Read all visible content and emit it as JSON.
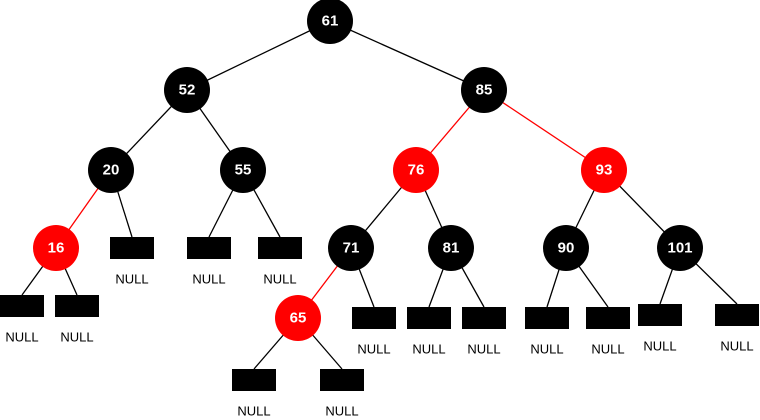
{
  "tree": {
    "colors": {
      "black": "#000000",
      "red": "#ff0000",
      "edge_black": "#000000",
      "edge_red": "#ff0000",
      "label": "#ffffff"
    },
    "nodes": [
      {
        "id": "n61",
        "label": "61",
        "color": "black"
      },
      {
        "id": "n52",
        "label": "52",
        "color": "black"
      },
      {
        "id": "n85",
        "label": "85",
        "color": "black"
      },
      {
        "id": "n20",
        "label": "20",
        "color": "black"
      },
      {
        "id": "n55",
        "label": "55",
        "color": "black"
      },
      {
        "id": "n76",
        "label": "76",
        "color": "red"
      },
      {
        "id": "n93",
        "label": "93",
        "color": "red"
      },
      {
        "id": "n16",
        "label": "16",
        "color": "red"
      },
      {
        "id": "n71",
        "label": "71",
        "color": "black"
      },
      {
        "id": "n81",
        "label": "81",
        "color": "black"
      },
      {
        "id": "n90",
        "label": "90",
        "color": "black"
      },
      {
        "id": "n101",
        "label": "101",
        "color": "black"
      },
      {
        "id": "n65",
        "label": "65",
        "color": "red"
      }
    ],
    "null_label": "NULL",
    "nulls": [
      {
        "id": "null-16-left",
        "label": "NULL"
      },
      {
        "id": "null-16-right",
        "label": "NULL"
      },
      {
        "id": "null-20-right",
        "label": "NULL"
      },
      {
        "id": "null-55-left",
        "label": "NULL"
      },
      {
        "id": "null-55-right",
        "label": "NULL"
      },
      {
        "id": "null-65-left",
        "label": "NULL"
      },
      {
        "id": "null-65-right",
        "label": "NULL"
      },
      {
        "id": "null-71-right",
        "label": "NULL"
      },
      {
        "id": "null-81-left",
        "label": "NULL"
      },
      {
        "id": "null-81-right",
        "label": "NULL"
      },
      {
        "id": "null-90-left",
        "label": "NULL"
      },
      {
        "id": "null-90-right",
        "label": "NULL"
      },
      {
        "id": "null-101-left",
        "label": "NULL"
      },
      {
        "id": "null-101-right",
        "label": "NULL"
      }
    ],
    "edges": [
      {
        "from": "n61",
        "to": "n52",
        "color": "black"
      },
      {
        "from": "n61",
        "to": "n85",
        "color": "black"
      },
      {
        "from": "n52",
        "to": "n20",
        "color": "black"
      },
      {
        "from": "n52",
        "to": "n55",
        "color": "black"
      },
      {
        "from": "n85",
        "to": "n76",
        "color": "red"
      },
      {
        "from": "n85",
        "to": "n93",
        "color": "red"
      },
      {
        "from": "n20",
        "to": "n16",
        "color": "red"
      },
      {
        "from": "n20",
        "to": "null-20-right",
        "color": "black"
      },
      {
        "from": "n55",
        "to": "null-55-left",
        "color": "black"
      },
      {
        "from": "n55",
        "to": "null-55-right",
        "color": "black"
      },
      {
        "from": "n76",
        "to": "n71",
        "color": "black"
      },
      {
        "from": "n76",
        "to": "n81",
        "color": "black"
      },
      {
        "from": "n93",
        "to": "n90",
        "color": "black"
      },
      {
        "from": "n93",
        "to": "n101",
        "color": "black"
      },
      {
        "from": "n16",
        "to": "null-16-left",
        "color": "black"
      },
      {
        "from": "n16",
        "to": "null-16-right",
        "color": "black"
      },
      {
        "from": "n71",
        "to": "n65",
        "color": "red"
      },
      {
        "from": "n71",
        "to": "null-71-right",
        "color": "black"
      },
      {
        "from": "n81",
        "to": "null-81-left",
        "color": "black"
      },
      {
        "from": "n81",
        "to": "null-81-right",
        "color": "black"
      },
      {
        "from": "n90",
        "to": "null-90-left",
        "color": "black"
      },
      {
        "from": "n90",
        "to": "null-90-right",
        "color": "black"
      },
      {
        "from": "n101",
        "to": "null-101-left",
        "color": "black"
      },
      {
        "from": "n101",
        "to": "null-101-right",
        "color": "black"
      },
      {
        "from": "n65",
        "to": "null-65-left",
        "color": "black"
      },
      {
        "from": "n65",
        "to": "null-65-right",
        "color": "black"
      }
    ]
  }
}
